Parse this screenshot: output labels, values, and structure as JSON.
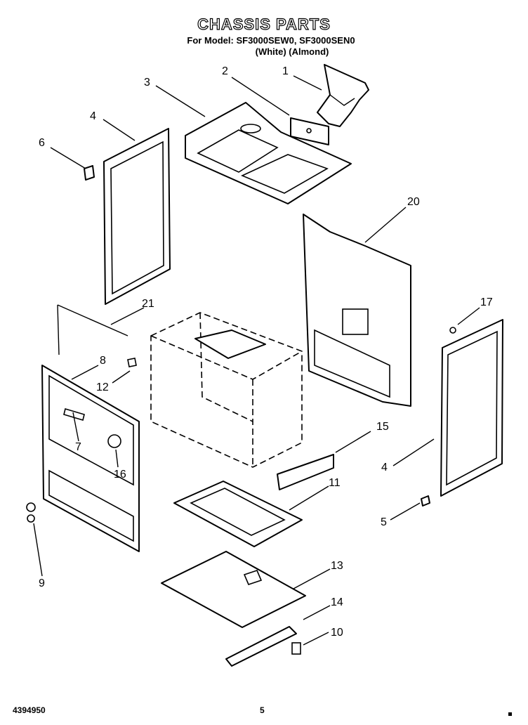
{
  "header": {
    "title": "CHASSIS PARTS",
    "models": "For Model: SF3000SEW0, SF3000SEN0",
    "colors": "(White)   (Almond)"
  },
  "footer": {
    "doc_number": "4394950",
    "page_number": "5"
  },
  "callouts": [
    "1",
    "2",
    "3",
    "4",
    "6",
    "20",
    "21",
    "17",
    "8",
    "12",
    "7",
    "16",
    "15",
    "11",
    "4",
    "5",
    "9",
    "13",
    "14",
    "10"
  ]
}
